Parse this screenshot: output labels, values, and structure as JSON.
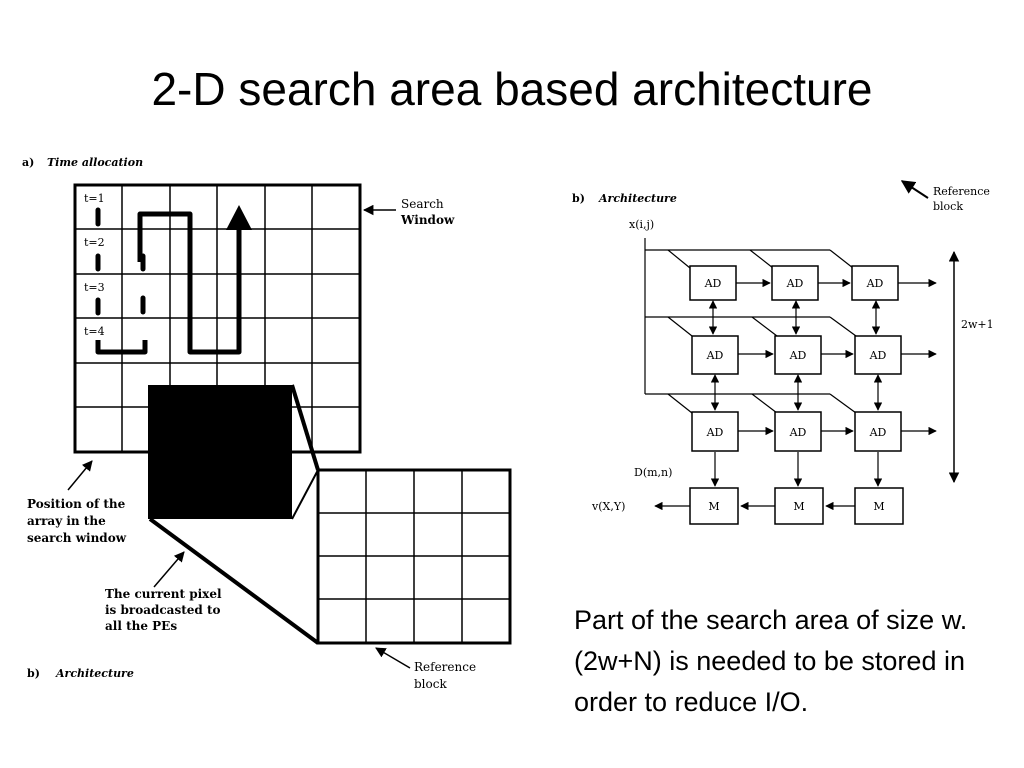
{
  "slide": {
    "title": "2-D search area based architecture",
    "caption": "Part of the search area of size w.(2w+N) is needed to be stored in order to reduce I/O."
  },
  "figure_a": {
    "label": "a)",
    "heading": "Time allocation",
    "time_labels": [
      "t=1",
      "t=2",
      "t=3",
      "t=4"
    ],
    "search_window_label_1": "Search",
    "search_window_label_2": "Window",
    "position_label_1": "Position of the",
    "position_label_2": "array in the",
    "position_label_3": "search window",
    "pixel_label_1": "The current pixel",
    "pixel_label_2": "is broadcasted to",
    "pixel_label_3": "all the PEs",
    "reference_label_1": "Reference",
    "reference_label_2": "block",
    "footer_label": "b)",
    "footer_heading": "Architecture"
  },
  "figure_b": {
    "label": "b)",
    "heading": "Architecture",
    "input_label": "x(i,j)",
    "reference_label_1": "Reference",
    "reference_label_2": "block",
    "size_label": "2w+1",
    "distortion_label": "D(m,n)",
    "output_label": "v(X,Y)",
    "pe_label": "AD",
    "min_label": "M"
  }
}
